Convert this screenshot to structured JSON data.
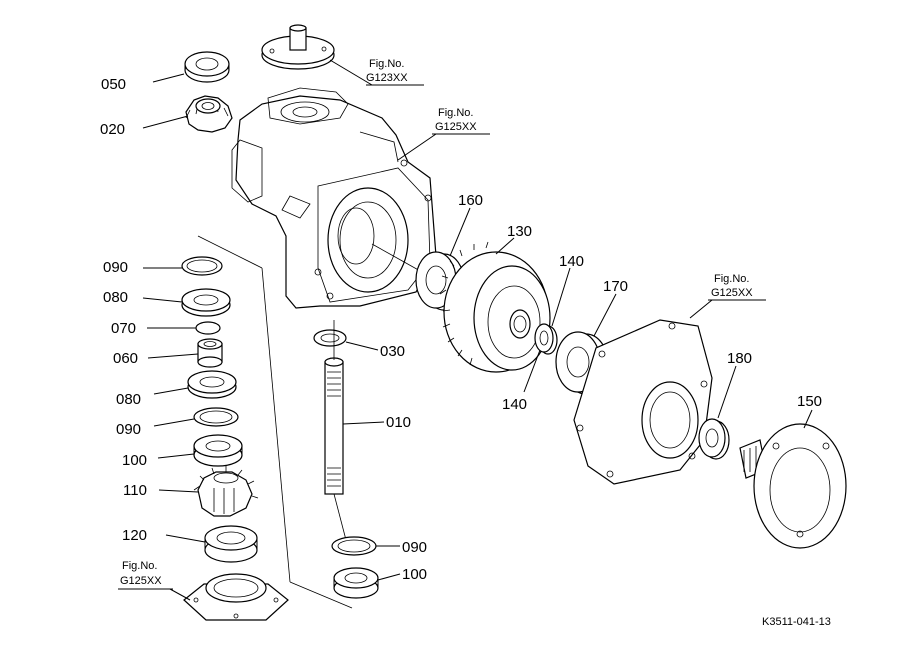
{
  "part_labels": {
    "p050": "050",
    "p020": "020",
    "p090a": "090",
    "p080a": "080",
    "p070": "070",
    "p060": "060",
    "p080b": "080",
    "p090b": "090",
    "p100a": "100",
    "p110": "110",
    "p120": "120",
    "p030": "030",
    "p010": "010",
    "p090c": "090",
    "p100b": "100",
    "p160": "160",
    "p130": "130",
    "p140a": "140",
    "p140b": "140",
    "p170": "170",
    "p180": "180",
    "p150": "150"
  },
  "fig_refs": {
    "r1": {
      "title": "Fig.No.",
      "code": "G123XX"
    },
    "r2": {
      "title": "Fig.No.",
      "code": "G125XX"
    },
    "r3": {
      "title": "Fig.No.",
      "code": "G125XX"
    },
    "r4": {
      "title": "Fig.No.",
      "code": "G125XX"
    }
  },
  "drawing_code": "K3511-041-13"
}
